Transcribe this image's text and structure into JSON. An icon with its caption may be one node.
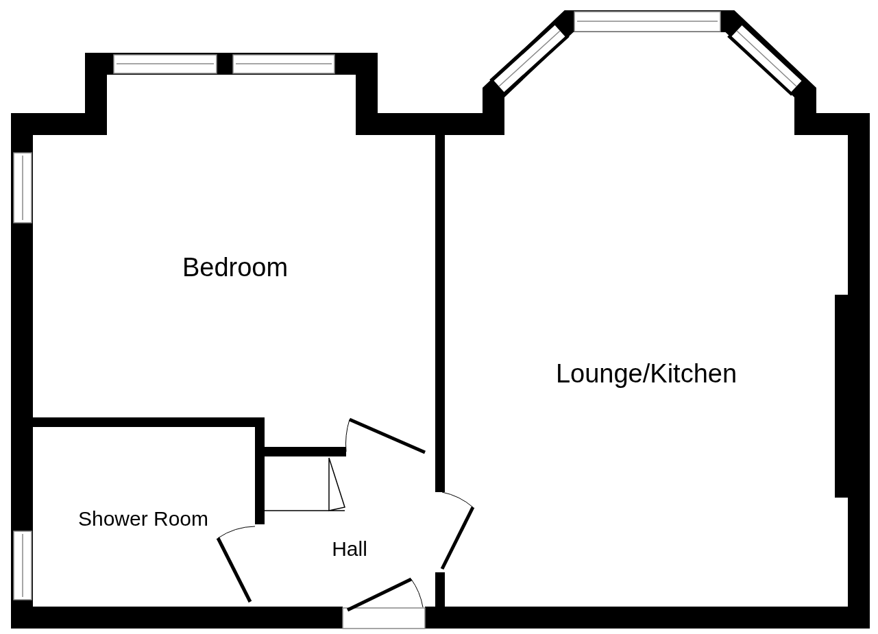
{
  "diagram": {
    "labels": [
      "Bedroom",
      "Lounge/Kitchen",
      "Shower Room",
      "Hall"
    ]
  }
}
